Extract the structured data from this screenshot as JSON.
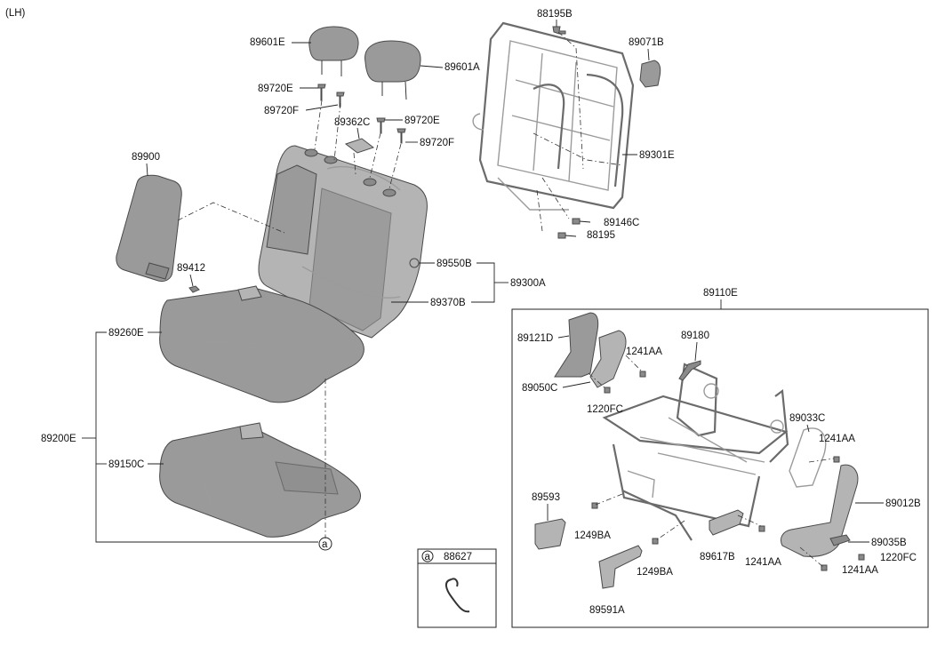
{
  "side_label": "(LH)",
  "callout_letter": "a",
  "labels": {
    "p89601E": "89601E",
    "p89601A": "89601A",
    "p89720E_a": "89720E",
    "p89720F_a": "89720F",
    "p89362C": "89362C",
    "p89720E_b": "89720E",
    "p89720F_b": "89720F",
    "p89900": "89900",
    "p89412": "89412",
    "p89260E": "89260E",
    "p89200E": "89200E",
    "p89150C": "89150C",
    "p89550B": "89550B",
    "p89370B": "89370B",
    "p89300A": "89300A",
    "p88195B": "88195B",
    "p89071B": "89071B",
    "p89301E": "89301E",
    "p89146C": "89146C",
    "p88195": "88195",
    "p89110E": "89110E",
    "p89121D": "89121D",
    "p1241AA_a": "1241AA",
    "p89180": "89180",
    "p89050C": "89050C",
    "p1220FC_a": "1220FC",
    "p89033C": "89033C",
    "p1241AA_b": "1241AA",
    "p89593": "89593",
    "p89012B": "89012B",
    "p1249BA_a": "1249BA",
    "p89035B": "89035B",
    "p89617B": "89617B",
    "p1241AA_c": "1241AA",
    "p1220FC_b": "1220FC",
    "p1249BA_b": "1249BA",
    "p1241AA_d": "1241AA",
    "p89591A": "89591A",
    "p88627": "88627"
  }
}
